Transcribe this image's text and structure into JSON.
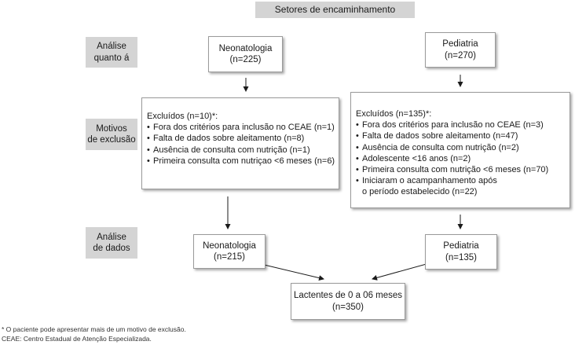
{
  "header": {
    "title": "Setores de encaminhamento"
  },
  "side_labels": {
    "analysis": [
      "Análise",
      "quanto á"
    ],
    "exclusion": [
      "Motivos",
      "de exclusão"
    ],
    "data": [
      "Análise",
      "de dados"
    ]
  },
  "neonatologia": {
    "title": "Neonatologia",
    "count": "(n=225)",
    "excluded_title": "Excluídos (n=10)*:",
    "excluded_items": [
      "Fora dos critérios para inclusão no CEAE (n=1)",
      "Falta de dados sobre aleitamento (n=8)",
      "Ausência de consulta com nutrição (n=1)",
      "Primeira consulta com nutriçao <6 meses (n=6)"
    ],
    "final_title": "Neonatologia",
    "final_count": "(n=215)"
  },
  "pediatria": {
    "title": "Pediatria",
    "count": "(n=270)",
    "excluded_title": "Excluídos (n=135)*:",
    "excluded_items": [
      "Fora dos critérios para inclusão no CEAE (n=3)",
      "Falta de dados sobre aleitamento (n=47)",
      "Ausência de consulta com nutrição (n=2)",
      "Adolescente <16 anos (n=2)",
      "Primeira consulta com nutrição <6 meses (n=70)",
      "Iniciaram o acampanhamento após"
    ],
    "excluded_continuation": "o período estabelecido (n=22)",
    "final_title": "Pediatria",
    "final_count": "(n=135)"
  },
  "result": {
    "title": "Lactentes de 0 a 06 meses",
    "count": "(n=350)"
  },
  "footnotes": [
    "* O paciente pode apresentar mais de um motivo de exclusão.",
    "CEAE: Centro Estadual de Atenção Especializada."
  ]
}
